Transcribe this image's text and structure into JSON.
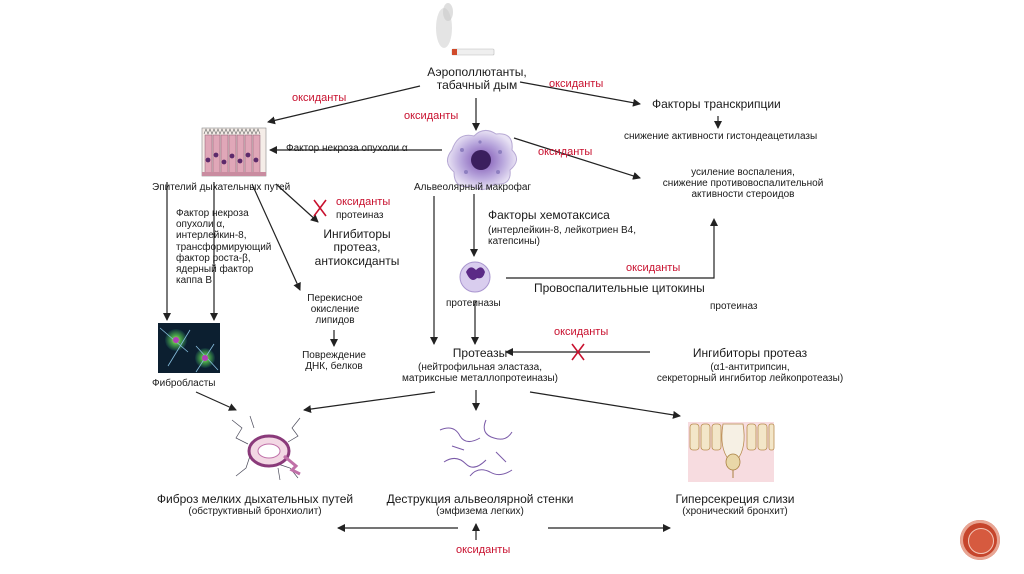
{
  "source": {
    "line1": "Аэрополлютанты,",
    "line2": "табачный дым"
  },
  "oxidant": "оксиданты",
  "transcription": {
    "title": "Факторы транскрипции",
    "deacetylase": "снижение активности гистондеацетилазы",
    "inflammation": "усиление воспаления,\nснижение противовоспалительной\nактивности стероидов"
  },
  "epithelium": {
    "label": "Эпителий дыхательных путей"
  },
  "tnf": "Фактор некроза опухоли α",
  "macrophage": {
    "label": "Альвеолярный макрофаг"
  },
  "epithelium_factors": "Фактор некроза\nопухоли α,\nинтерлейкин-8,\nтрансформирующий\nфактор роста-β,\nядерный фактор\nкаппа B",
  "proteinases_small": "протеиназ",
  "protease_inhibitors": "Ингибиторы\nпротеаз,\nантиоксиданты",
  "lipid_peroxidation": "Перекисное\nокисление\nлипидов",
  "dna_damage": "Повреждение\nДНК, белков",
  "fibroblasts": "Фибробласты",
  "chemotaxis": {
    "title": "Факторы хемотаксиса",
    "detail": "(интерлейкин-8, лейкотриен B4,\nкатепсины)"
  },
  "neutrophil": {
    "label": "протеиназы"
  },
  "cytokines": "Провоспалительные цитокины",
  "proteinases_right": "протеиназ",
  "proteases": {
    "title": "Протеазы",
    "detail": "(нейтрофильная эластаза,\nматриксные металлопротеиназы)"
  },
  "inhibitors_right": {
    "title": "Ингибиторы протеаз",
    "detail": "(α1-антитрипсин,\nсекреторный ингибитор лейкопротеазы)"
  },
  "outcomes": [
    {
      "title": "Фиброз мелких дыхательных путей",
      "detail": "(обструктивный бронхиолит)"
    },
    {
      "title": "Деструкция альвеолярной стенки",
      "detail": "(эмфизема легких)"
    },
    {
      "title": "Гиперсекреция слизи",
      "detail": "(хронический бронхит)"
    }
  ],
  "colors": {
    "oxidant": "#c8102e",
    "arrow": "#222222",
    "badge": "#c6452c"
  }
}
